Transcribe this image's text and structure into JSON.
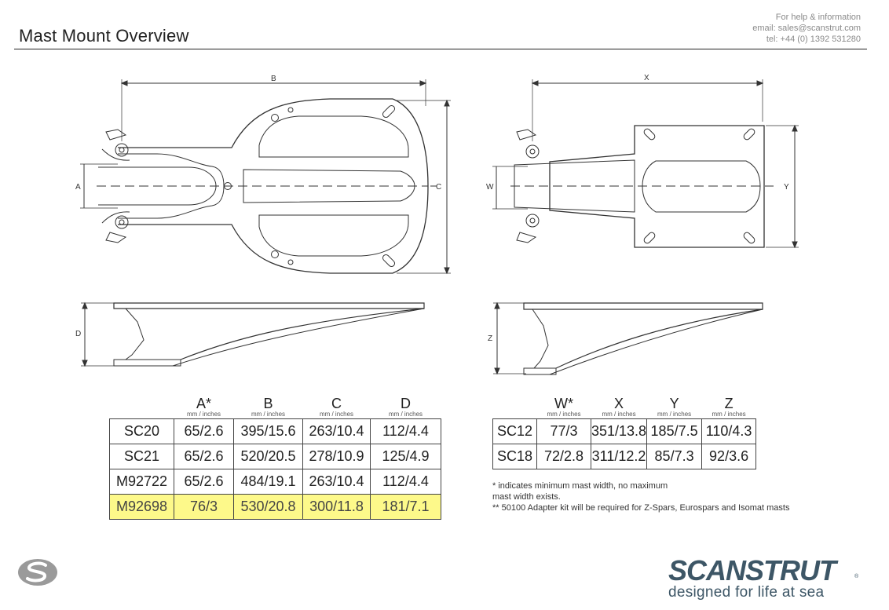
{
  "page": {
    "title": "Mast Mount Overview",
    "help": {
      "heading": "For help & information",
      "email": "email: sales@scanstrut.com",
      "tel": "tel:  +44 (0) 1392 531280"
    }
  },
  "drawing_labels": {
    "B": "B",
    "A": "A",
    "C": "C",
    "D": "D",
    "X": "X",
    "W": "W",
    "Y": "Y",
    "Z": "Z"
  },
  "table_left": {
    "columns": [
      {
        "label": "A*",
        "unit": "mm / inches"
      },
      {
        "label": "B",
        "unit": "mm / inches"
      },
      {
        "label": "C",
        "unit": "mm / inches"
      },
      {
        "label": "D",
        "unit": "mm / inches"
      }
    ],
    "rows": [
      {
        "model": "SC20",
        "values": [
          "65/2.6",
          "395/15.6",
          "263/10.4",
          "112/4.4"
        ],
        "highlight": false
      },
      {
        "model": "SC21",
        "values": [
          "65/2.6",
          "520/20.5",
          "278/10.9",
          "125/4.9"
        ],
        "highlight": false
      },
      {
        "model": "M92722",
        "values": [
          "65/2.6",
          "484/19.1",
          "263/10.4",
          "112/4.4"
        ],
        "highlight": false
      },
      {
        "model": "M92698",
        "values": [
          "76/3",
          "530/20.8",
          "300/11.8",
          "181/7.1"
        ],
        "highlight": true
      }
    ]
  },
  "table_right": {
    "columns": [
      {
        "label": "W*",
        "unit": "mm / inches"
      },
      {
        "label": "X",
        "unit": "mm / inches"
      },
      {
        "label": "Y",
        "unit": "mm / inches"
      },
      {
        "label": "Z",
        "unit": "mm / inches"
      }
    ],
    "rows": [
      {
        "model": "SC12",
        "values": [
          "77/3",
          "351/13.8",
          "185/7.5",
          "110/4.3"
        ],
        "highlight": false
      },
      {
        "model": "SC18",
        "values": [
          "72/2.8",
          "311/12.2",
          "85/7.3",
          "92/3.6"
        ],
        "highlight": false
      }
    ]
  },
  "notes": {
    "line1": "* indicates minimum mast width, no maximum",
    "line2": "mast width exists.",
    "line3": "** 50100 Adapter kit will be required for Z-Spars, Eurospars and Isomat masts"
  },
  "branding": {
    "name": "SCANSTRUT",
    "trademark": "®",
    "tagline": "designed for life at sea",
    "colors": {
      "brand": "#3d5666",
      "highlight": "#fdf98a",
      "logo_gray": "#9a9a9a"
    }
  }
}
